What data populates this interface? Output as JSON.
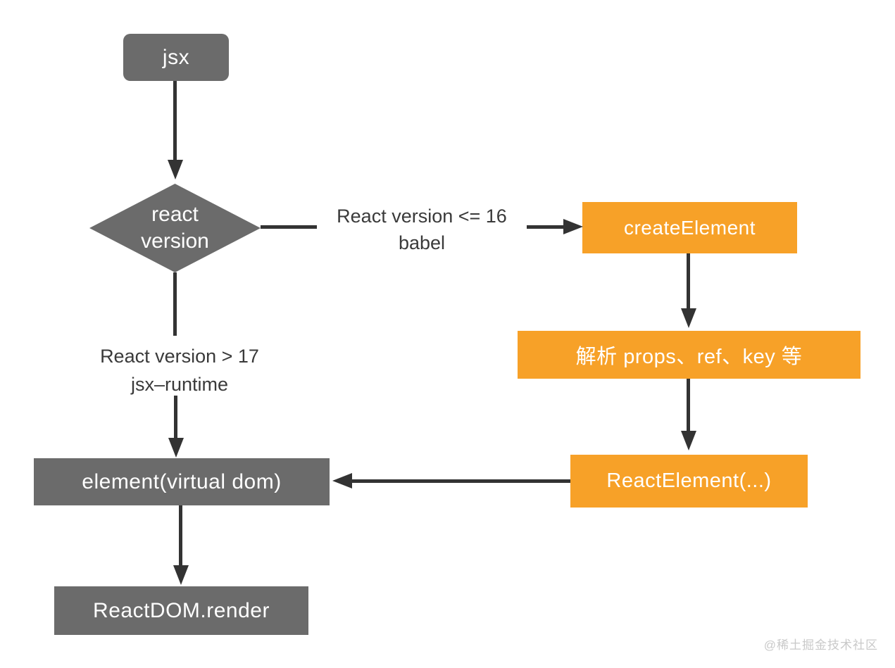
{
  "colors": {
    "gray": "#6b6b6b",
    "orange": "#f7a128",
    "line": "#333333",
    "label_text": "#3a3a3a",
    "node_text": "#ffffff",
    "watermark": "#c9c9c9",
    "bg": "#ffffff"
  },
  "nodes": {
    "jsx": {
      "label": "jsx"
    },
    "react_version": {
      "line1": "react",
      "line2": "version"
    },
    "create_element": {
      "label": "createElement"
    },
    "parse_props": {
      "label": "解析 props、ref、key 等"
    },
    "react_element": {
      "label": "ReactElement(...)"
    },
    "element_virtual_dom": {
      "label": "element(virtual dom)"
    },
    "reactdom_render": {
      "label": "ReactDOM.render"
    }
  },
  "edge_labels": {
    "le16": {
      "line1": "React version <= 16",
      "line2": "babel"
    },
    "gt17": {
      "line1": "React version > 17",
      "line2": "jsx–runtime"
    }
  },
  "watermark": "@稀土掘金技术社区"
}
